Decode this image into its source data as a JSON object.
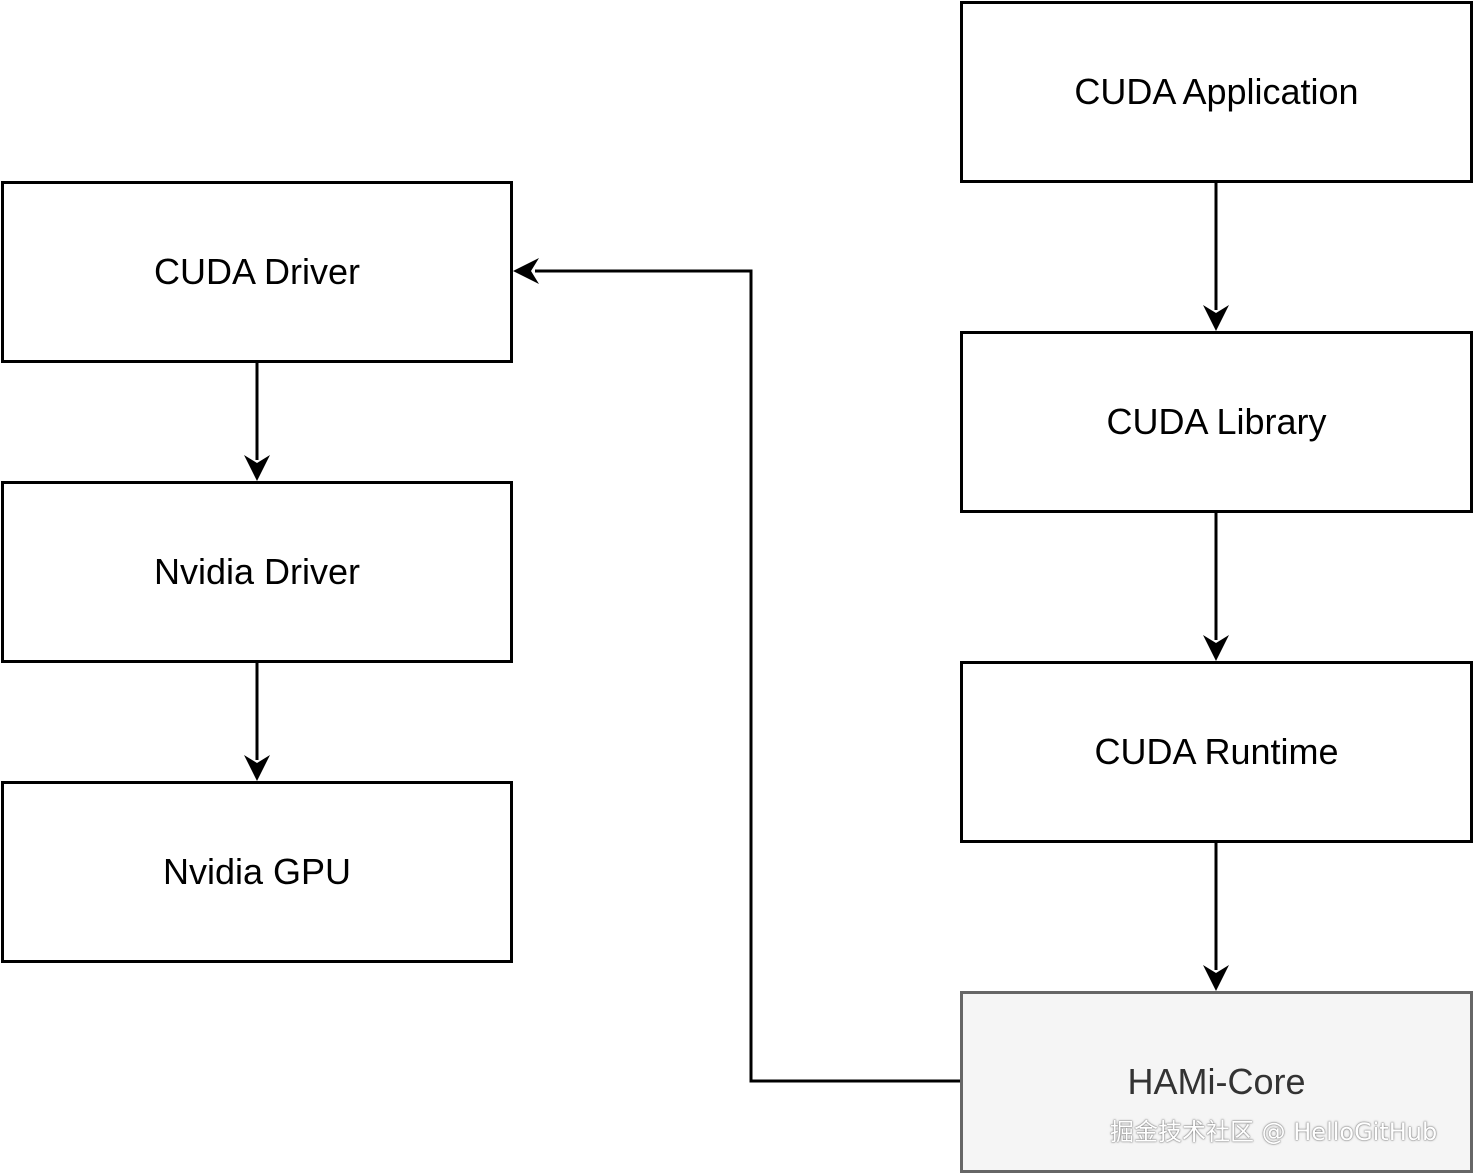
{
  "nodes": {
    "cuda_driver": "CUDA Driver",
    "nvidia_driver": "Nvidia Driver",
    "nvidia_gpu": "Nvidia GPU",
    "cuda_application": "CUDA Application",
    "cuda_library": "CUDA Library",
    "cuda_runtime": "CUDA Runtime",
    "hami_core": "HAMi-Core"
  },
  "edges": [
    {
      "from": "cuda_driver",
      "to": "nvidia_driver"
    },
    {
      "from": "nvidia_driver",
      "to": "nvidia_gpu"
    },
    {
      "from": "cuda_application",
      "to": "cuda_library"
    },
    {
      "from": "cuda_library",
      "to": "cuda_runtime"
    },
    {
      "from": "cuda_runtime",
      "to": "hami_core"
    },
    {
      "from": "hami_core",
      "to": "cuda_driver"
    }
  ],
  "colors": {
    "line": "#000000",
    "highlight_fill": "#f5f5f5",
    "highlight_stroke": "#666666"
  },
  "watermark": "掘金技术社区 @ HelloGitHub"
}
